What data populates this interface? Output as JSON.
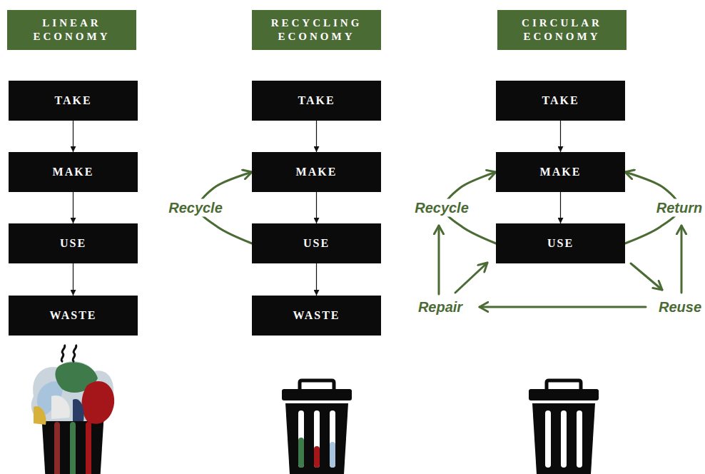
{
  "diagram": {
    "nodes": [
      {
        "text": [
          "LINEAR ECONOMY"
        ]
      },
      {
        "text": [
          "TAKE"
        ]
      },
      {
        "text": [
          "MAKE"
        ]
      },
      {
        "text": [
          "USE"
        ]
      },
      {
        "text": [
          "WASTE"
        ]
      },
      {
        "text": [
          "RECYCLING ECONOMY"
        ]
      },
      {
        "text": [
          "TAKE"
        ]
      },
      {
        "text": [
          "MAKE"
        ]
      },
      {
        "text": [
          "USE"
        ]
      },
      {
        "text": [
          "WASTE"
        ]
      },
      {
        "text": [
          "CIRCULAR ECONOMY"
        ]
      },
      {
        "text": [
          "TAKE"
        ]
      },
      {
        "text": [
          "MAKE"
        ]
      },
      {
        "text": [
          "USE"
        ]
      }
    ],
    "edges": [
      {
        "from": 1,
        "to": 2,
        "arrow": "to"
      },
      {
        "from": 2,
        "to": 3,
        "arrow": "to"
      },
      {
        "from": 3,
        "to": 4,
        "arrow": "to"
      },
      {
        "from": 6,
        "to": 7,
        "arrow": "to"
      },
      {
        "from": 7,
        "to": 8,
        "arrow": "to"
      },
      {
        "from": 8,
        "to": 9,
        "arrow": "to"
      },
      {
        "from": 8,
        "to": 7,
        "label": "Recycle",
        "arrow": "to"
      },
      {
        "from": 11,
        "to": 12,
        "arrow": "to"
      },
      {
        "from": 12,
        "to": 13,
        "arrow": "to"
      },
      {
        "from": 13,
        "to": 12,
        "label": "Recycle",
        "arrow": "to"
      },
      {
        "from": 13,
        "to": 12,
        "label": "Return",
        "arrow": "to"
      }
    ],
    "labels": [
      "Repair",
      "Reuse"
    ]
  }
}
